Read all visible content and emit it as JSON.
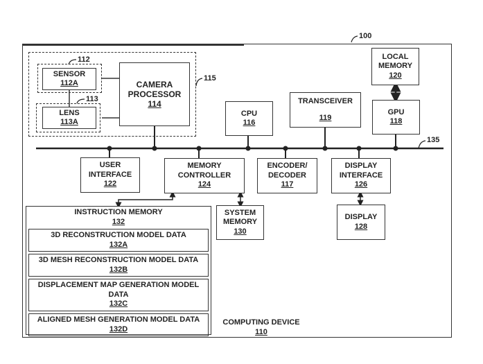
{
  "figure": {
    "system_ref": "100",
    "bus_ref": "135",
    "camera_module_ref": "115",
    "sensor_group_ref": "112",
    "lens_group_ref": "113",
    "computing_device": {
      "label": "COMPUTING DEVICE",
      "num": "110"
    }
  },
  "components": {
    "sensor": {
      "label": "SENSOR",
      "num": "112A"
    },
    "lens": {
      "label": "LENS",
      "num": "113A"
    },
    "camera_processor": {
      "label_line1": "CAMERA",
      "label_line2": "PROCESSOR",
      "num": "114"
    },
    "cpu": {
      "label": "CPU",
      "num": "116"
    },
    "transceiver": {
      "label": "TRANSCEIVER",
      "num": "119"
    },
    "local_memory": {
      "label_line1": "LOCAL",
      "label_line2": "MEMORY",
      "num": "120"
    },
    "gpu": {
      "label": "GPU",
      "num": "118"
    },
    "user_interface": {
      "label_line1": "USER",
      "label_line2": "INTERFACE",
      "num": "122"
    },
    "memory_controller": {
      "label_line1": "MEMORY",
      "label_line2": "CONTROLLER",
      "num": "124"
    },
    "encoder_decoder": {
      "label_line1": "ENCODER/",
      "label_line2": "DECODER",
      "num": "117"
    },
    "display_interface": {
      "label_line1": "DISPLAY",
      "label_line2": "INTERFACE",
      "num": "126"
    },
    "system_memory": {
      "label_line1": "SYSTEM",
      "label_line2": "MEMORY",
      "num": "130"
    },
    "display": {
      "label": "DISPLAY",
      "num": "128"
    },
    "instruction_memory": {
      "label": "INSTRUCTION MEMORY",
      "num": "132",
      "items": [
        {
          "label": "3D RECONSTRUCTION MODEL DATA",
          "num": "132A"
        },
        {
          "label": "3D MESH RECONSTRUCTION MODEL DATA",
          "num": "132B"
        },
        {
          "label_line1": "DISPLACEMENT MAP GENERATION MODEL",
          "label_line2": "DATA",
          "num": "132C"
        },
        {
          "label": "ALIGNED MESH GENERATION MODEL DATA",
          "num": "132D"
        }
      ]
    }
  }
}
